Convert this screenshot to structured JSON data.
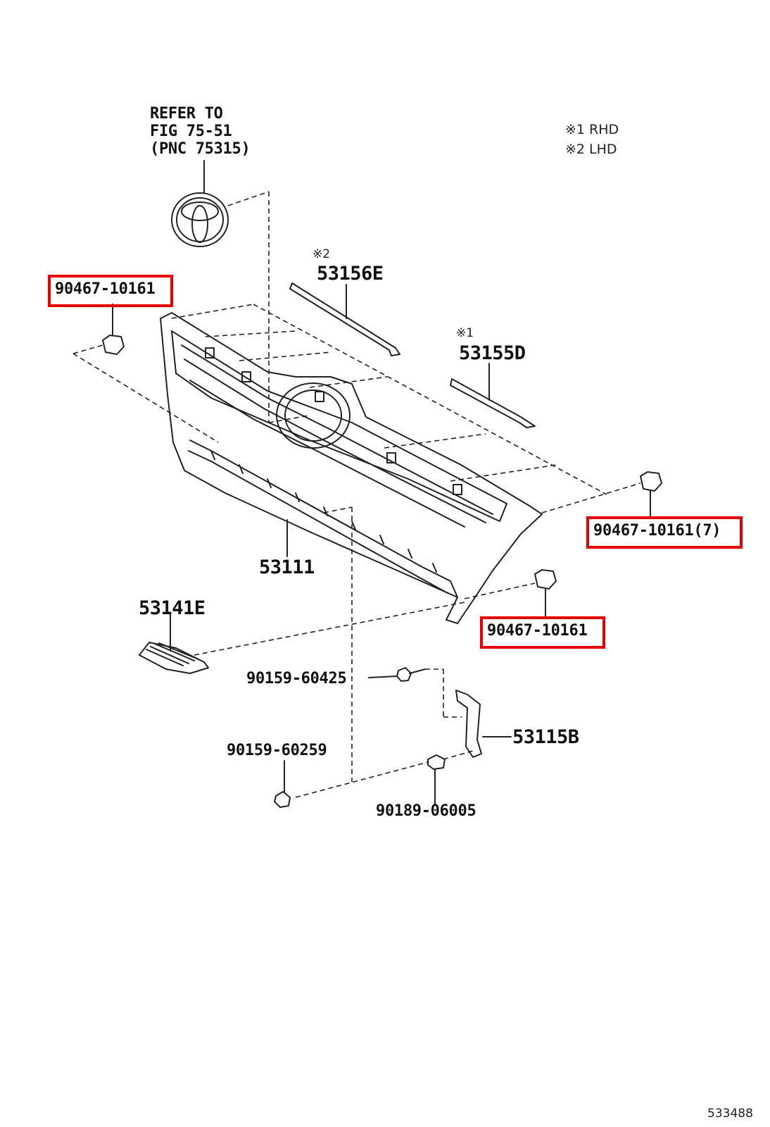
{
  "ref": {
    "line1": "REFER TO",
    "line2": "FIG 75-51",
    "line3": "(PNC 75315)"
  },
  "legend": {
    "rhd": "※1 RHD",
    "lhd": "※2 LHD"
  },
  "marks": {
    "m2": "※2",
    "m1": "※1"
  },
  "parts": {
    "p53156E": "53156E",
    "p53155D": "53155D",
    "p53111": "53111",
    "p53141E": "53141E",
    "p53115B": "53115B",
    "p90159_60425": "90159-60425",
    "p90159_60259": "90159-60259",
    "p90189_06005": "90189-06005"
  },
  "highlighted": {
    "clip_left": "90467-10161",
    "clip_right": "90467-10161(7)",
    "clip_lower": "90467-10161"
  },
  "figure_id": "533488",
  "colors": {
    "highlight": "#e60000",
    "line": "#222222"
  }
}
